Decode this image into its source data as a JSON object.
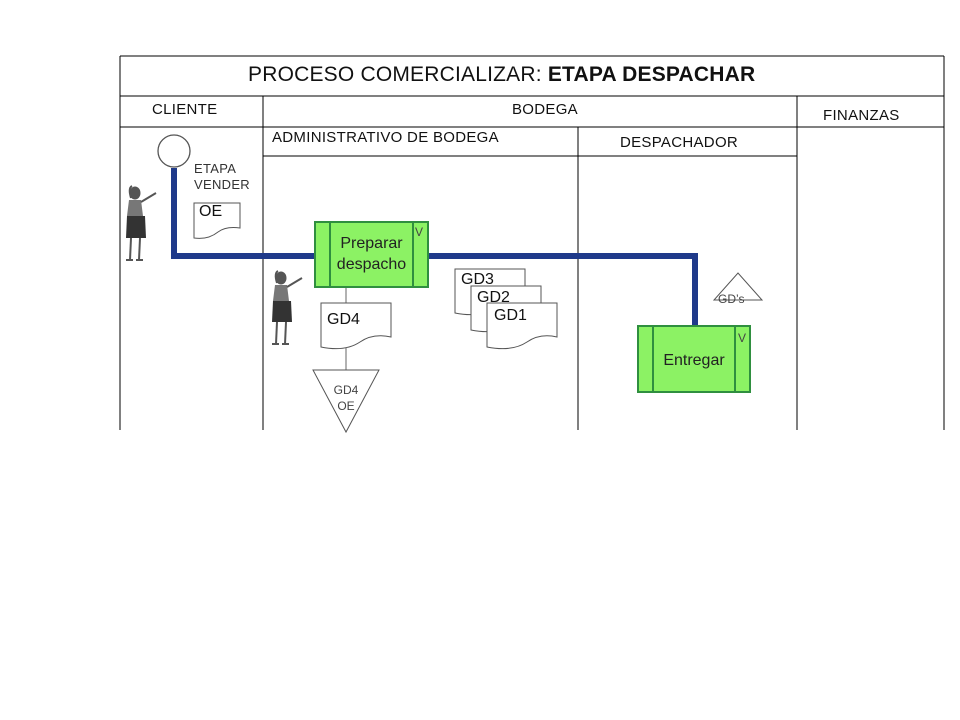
{
  "title": {
    "prefix": "PROCESO COMERCIALIZAR: ",
    "bold": "ETAPA DESPACHAR"
  },
  "lanes": {
    "cliente": "CLIENTE",
    "bodega": "BODEGA",
    "finanzas": "FINANZAS",
    "administrativo": "ADMINISTRATIVO DE BODEGA",
    "despachador": "DESPACHADOR"
  },
  "start": {
    "label_line1": "ETAPA",
    "label_line2": "VENDER"
  },
  "documents": {
    "oe": "OE",
    "gd4": "GD4",
    "gd3": "GD3",
    "gd2": "GD2",
    "gd1": "GD1"
  },
  "processes": {
    "preparar": {
      "line1": "Preparar",
      "line2": "despacho",
      "mark": "V"
    },
    "entregar": {
      "label": "Entregar",
      "mark": "V"
    }
  },
  "archives": {
    "gd4_oe": {
      "line1": "GD4",
      "line2": "OE"
    },
    "gds": "GD’s"
  },
  "colors": {
    "flow": "#1f3a8a",
    "process_fill": "#8cf264",
    "process_border": "#2f8f3f"
  },
  "icons": [
    "person-pointing-icon",
    "person-pointing-icon"
  ]
}
